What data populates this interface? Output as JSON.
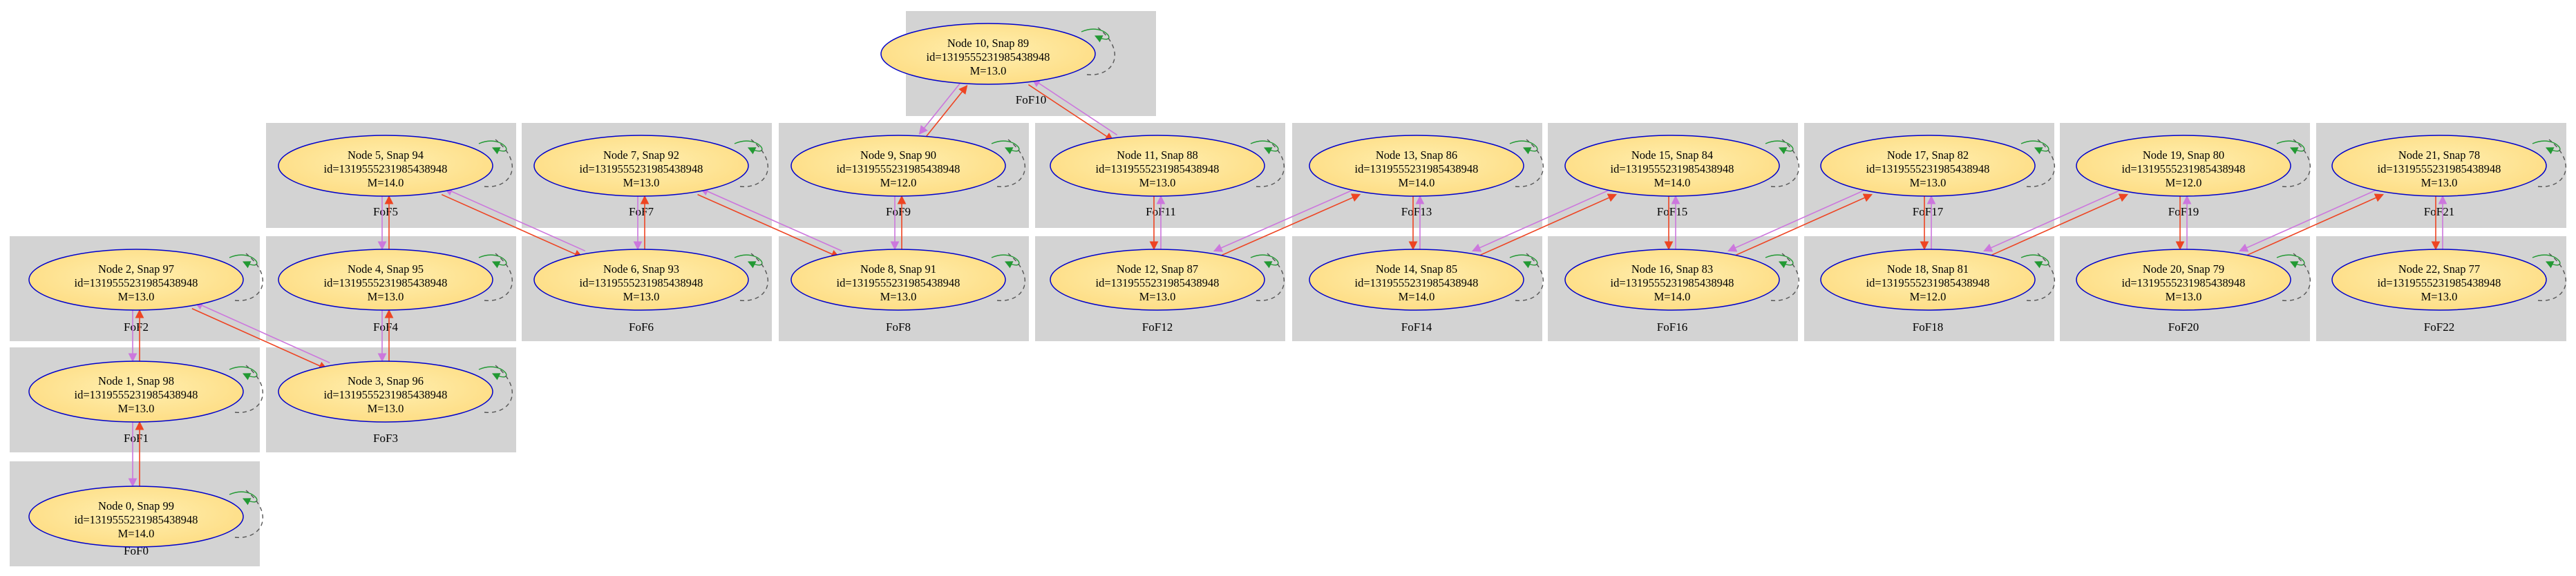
{
  "colors": {
    "cluster_fill": "#d3d3d3",
    "node_fill": "#fedc82",
    "node_stroke": "#0000cc",
    "edge_descendant": "#ee4422",
    "edge_progenitor": "#cc77dd",
    "self_loop": "#229933",
    "self_loop_dashed": "#555555"
  },
  "clusters": [
    {
      "id": "FoF0",
      "label": "FoF0"
    },
    {
      "id": "FoF1",
      "label": "FoF1"
    },
    {
      "id": "FoF2",
      "label": "FoF2"
    },
    {
      "id": "FoF3",
      "label": "FoF3"
    },
    {
      "id": "FoF4",
      "label": "FoF4"
    },
    {
      "id": "FoF5",
      "label": "FoF5"
    },
    {
      "id": "FoF6",
      "label": "FoF6"
    },
    {
      "id": "FoF7",
      "label": "FoF7"
    },
    {
      "id": "FoF8",
      "label": "FoF8"
    },
    {
      "id": "FoF9",
      "label": "FoF9"
    },
    {
      "id": "FoF10",
      "label": "FoF10"
    },
    {
      "id": "FoF11",
      "label": "FoF11"
    },
    {
      "id": "FoF12",
      "label": "FoF12"
    },
    {
      "id": "FoF13",
      "label": "FoF13"
    },
    {
      "id": "FoF14",
      "label": "FoF14"
    },
    {
      "id": "FoF15",
      "label": "FoF15"
    },
    {
      "id": "FoF16",
      "label": "FoF16"
    },
    {
      "id": "FoF17",
      "label": "FoF17"
    },
    {
      "id": "FoF18",
      "label": "FoF18"
    },
    {
      "id": "FoF19",
      "label": "FoF19"
    },
    {
      "id": "FoF20",
      "label": "FoF20"
    },
    {
      "id": "FoF21",
      "label": "FoF21"
    },
    {
      "id": "FoF22",
      "label": "FoF22"
    }
  ],
  "nodes": [
    {
      "id": 0,
      "title": "Node 0, Snap 99",
      "idline": "id=1319555231985438948",
      "mass": "M=14.0"
    },
    {
      "id": 1,
      "title": "Node 1, Snap 98",
      "idline": "id=1319555231985438948",
      "mass": "M=13.0"
    },
    {
      "id": 2,
      "title": "Node 2, Snap 97",
      "idline": "id=1319555231985438948",
      "mass": "M=13.0"
    },
    {
      "id": 3,
      "title": "Node 3, Snap 96",
      "idline": "id=1319555231985438948",
      "mass": "M=13.0"
    },
    {
      "id": 4,
      "title": "Node 4, Snap 95",
      "idline": "id=1319555231985438948",
      "mass": "M=13.0"
    },
    {
      "id": 5,
      "title": "Node 5, Snap 94",
      "idline": "id=1319555231985438948",
      "mass": "M=14.0"
    },
    {
      "id": 6,
      "title": "Node 6, Snap 93",
      "idline": "id=1319555231985438948",
      "mass": "M=13.0"
    },
    {
      "id": 7,
      "title": "Node 7, Snap 92",
      "idline": "id=1319555231985438948",
      "mass": "M=13.0"
    },
    {
      "id": 8,
      "title": "Node 8, Snap 91",
      "idline": "id=1319555231985438948",
      "mass": "M=13.0"
    },
    {
      "id": 9,
      "title": "Node 9, Snap 90",
      "idline": "id=1319555231985438948",
      "mass": "M=12.0"
    },
    {
      "id": 10,
      "title": "Node 10, Snap 89",
      "idline": "id=1319555231985438948",
      "mass": "M=13.0"
    },
    {
      "id": 11,
      "title": "Node 11, Snap 88",
      "idline": "id=1319555231985438948",
      "mass": "M=13.0"
    },
    {
      "id": 12,
      "title": "Node 12, Snap 87",
      "idline": "id=1319555231985438948",
      "mass": "M=13.0"
    },
    {
      "id": 13,
      "title": "Node 13, Snap 86",
      "idline": "id=1319555231985438948",
      "mass": "M=14.0"
    },
    {
      "id": 14,
      "title": "Node 14, Snap 85",
      "idline": "id=1319555231985438948",
      "mass": "M=14.0"
    },
    {
      "id": 15,
      "title": "Node 15, Snap 84",
      "idline": "id=1319555231985438948",
      "mass": "M=14.0"
    },
    {
      "id": 16,
      "title": "Node 16, Snap 83",
      "idline": "id=1319555231985438948",
      "mass": "M=14.0"
    },
    {
      "id": 17,
      "title": "Node 17, Snap 82",
      "idline": "id=1319555231985438948",
      "mass": "M=13.0"
    },
    {
      "id": 18,
      "title": "Node 18, Snap 81",
      "idline": "id=1319555231985438948",
      "mass": "M=12.0"
    },
    {
      "id": 19,
      "title": "Node 19, Snap 80",
      "idline": "id=1319555231985438948",
      "mass": "M=12.0"
    },
    {
      "id": 20,
      "title": "Node 20, Snap 79",
      "idline": "id=1319555231985438948",
      "mass": "M=13.0"
    },
    {
      "id": 21,
      "title": "Node 21, Snap 78",
      "idline": "id=1319555231985438948",
      "mass": "M=13.0"
    },
    {
      "id": 22,
      "title": "Node 22, Snap 77",
      "idline": "id=1319555231985438948",
      "mass": "M=13.0"
    }
  ],
  "edges": [
    {
      "from": 0,
      "to": 1
    },
    {
      "from": 1,
      "to": 2
    },
    {
      "from": 2,
      "to": 3
    },
    {
      "from": 3,
      "to": 4
    },
    {
      "from": 4,
      "to": 5
    },
    {
      "from": 5,
      "to": 6
    },
    {
      "from": 6,
      "to": 7
    },
    {
      "from": 7,
      "to": 8
    },
    {
      "from": 8,
      "to": 9
    },
    {
      "from": 9,
      "to": 10
    },
    {
      "from": 10,
      "to": 11
    },
    {
      "from": 11,
      "to": 12
    },
    {
      "from": 12,
      "to": 13
    },
    {
      "from": 13,
      "to": 14
    },
    {
      "from": 14,
      "to": 15
    },
    {
      "from": 15,
      "to": 16
    },
    {
      "from": 16,
      "to": 17
    },
    {
      "from": 17,
      "to": 18
    },
    {
      "from": 18,
      "to": 19
    },
    {
      "from": 19,
      "to": 20
    },
    {
      "from": 20,
      "to": 21
    },
    {
      "from": 21,
      "to": 22
    }
  ]
}
